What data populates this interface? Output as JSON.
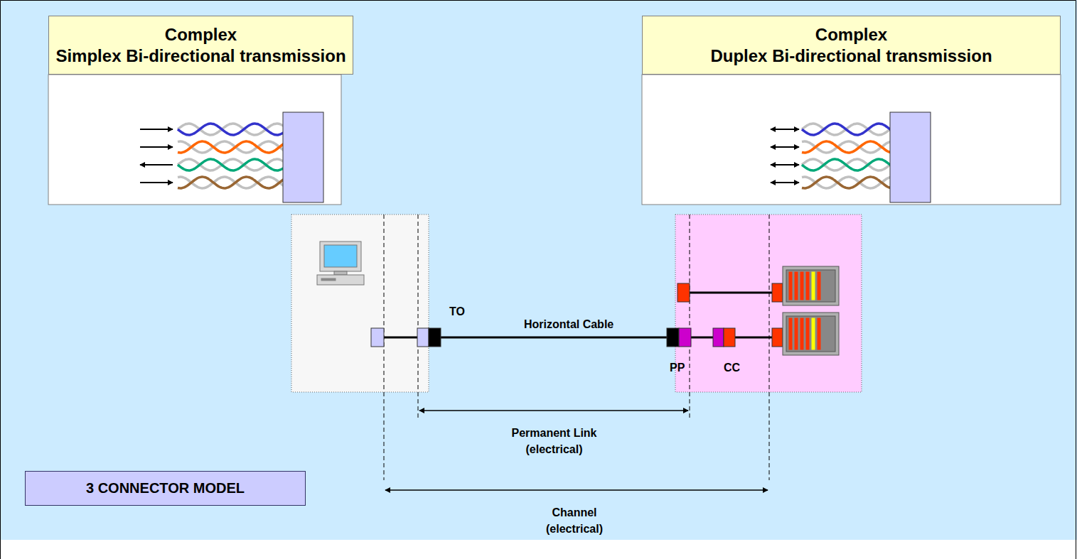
{
  "diagram": {
    "nodes": [
      {
        "text": [
          "Complex",
          "Simplex Bi-directional transmission"
        ]
      },
      {
        "text": [
          "Complex",
          "Duplex Bi-directional transmission"
        ]
      },
      {
        "text": [
          "3 CONNECTOR MODEL"
        ]
      }
    ],
    "labels": [
      "TO",
      "Horizontal Cable",
      "PP",
      "CC",
      "Permanent Link (electrical)",
      "Channel (electrical)"
    ]
  }
}
